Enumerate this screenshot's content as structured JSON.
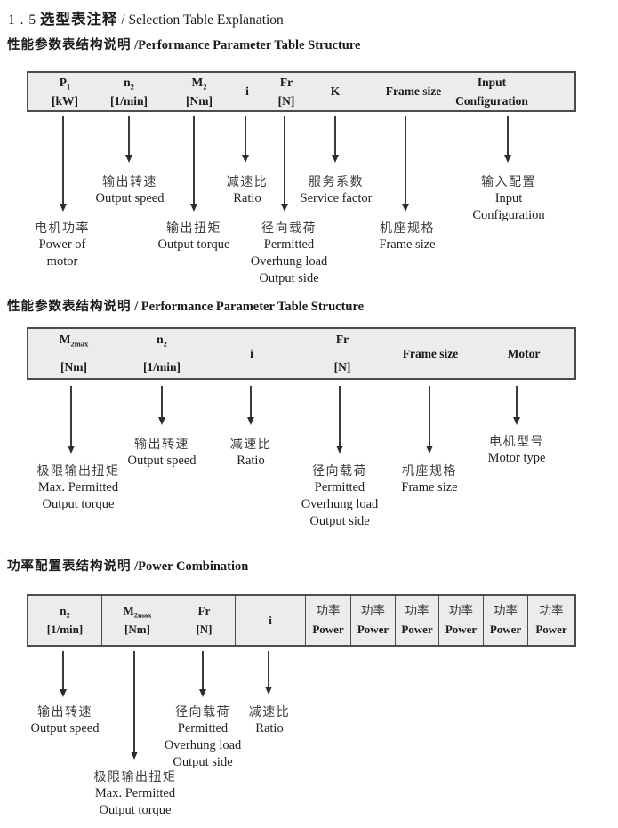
{
  "title": {
    "num": "1 . 5",
    "cn": "选型表注释",
    "en": "/ Selection Table Explanation"
  },
  "s1": {
    "heading_cn": "性能参数表结构说明",
    "heading_en": "/Performance Parameter Table Structure",
    "cols": [
      {
        "sym": "P",
        "sub": "1",
        "unit": "[kW]"
      },
      {
        "sym": "n",
        "sub": "2",
        "unit": "[1/min]"
      },
      {
        "sym": "M",
        "sub": "2",
        "unit": "[Nm]"
      },
      {
        "sym": "i"
      },
      {
        "sym": "Fr",
        "unit": "[N]"
      },
      {
        "sym": "K"
      },
      {
        "sym": "Frame size"
      },
      {
        "sym": "Input",
        "unit": "Configuration"
      }
    ],
    "callouts": [
      {
        "lines": [
          "电机功率",
          "Power of",
          "motor"
        ]
      },
      {
        "lines": [
          "输出转速",
          "Output speed"
        ]
      },
      {
        "lines": [
          "输出扭矩",
          "Output torque"
        ]
      },
      {
        "lines": [
          "减速比",
          "Ratio"
        ]
      },
      {
        "lines": [
          "径向载荷",
          "Permitted",
          "Overhung load",
          "Output side"
        ]
      },
      {
        "lines": [
          "服务系数",
          "Service factor"
        ]
      },
      {
        "lines": [
          "机座规格",
          "Frame size"
        ]
      },
      {
        "lines": [
          "输入配置",
          "Input",
          "Configuration"
        ]
      }
    ]
  },
  "s2": {
    "heading_cn": "性能参数表结构说明",
    "heading_en": "/ Performance Parameter Table Structure",
    "cols": [
      {
        "sym": "M",
        "sub": "2max",
        "unit": "[Nm]"
      },
      {
        "sym": "n",
        "sub": "2",
        "unit": "[1/min]"
      },
      {
        "sym": "i"
      },
      {
        "sym": "Fr",
        "unit": "[N]"
      },
      {
        "sym": "Frame size"
      },
      {
        "sym": "Motor"
      }
    ],
    "callouts": [
      {
        "lines": [
          "极限输出扭矩",
          "Max. Permitted",
          "Output torque"
        ]
      },
      {
        "lines": [
          "输出转速",
          "Output speed"
        ]
      },
      {
        "lines": [
          "减速比",
          "Ratio"
        ]
      },
      {
        "lines": [
          "径向载荷",
          "Permitted",
          "Overhung load",
          "Output side"
        ]
      },
      {
        "lines": [
          "机座规格",
          "Frame size"
        ]
      },
      {
        "lines": [
          "电机型号",
          "Motor type"
        ]
      }
    ]
  },
  "s3": {
    "heading_cn": "功率配置表结构说明",
    "heading_en": "/Power Combination",
    "cols": [
      {
        "sym": "n",
        "sub": "2",
        "unit": "[1/min]"
      },
      {
        "sym": "M",
        "sub": "2max",
        "unit": "[Nm]"
      },
      {
        "sym": "Fr",
        "unit": "[N]"
      },
      {
        "sym": "i"
      },
      {
        "cn": "功率",
        "en": "Power"
      },
      {
        "cn": "功率",
        "en": "Power"
      },
      {
        "cn": "功率",
        "en": "Power"
      },
      {
        "cn": "功率",
        "en": "Power"
      },
      {
        "cn": "功率",
        "en": "Power"
      },
      {
        "cn": "功率",
        "en": "Power"
      }
    ],
    "callouts": [
      {
        "lines": [
          "输出转速",
          "Output speed"
        ]
      },
      {
        "lines": [
          "极限输出扭矩",
          "Max. Permitted",
          "Output torque"
        ]
      },
      {
        "lines": [
          "径向载荷",
          "Permitted",
          "Overhung load",
          "Output side"
        ]
      },
      {
        "lines": [
          "减速比",
          "Ratio"
        ]
      }
    ]
  }
}
